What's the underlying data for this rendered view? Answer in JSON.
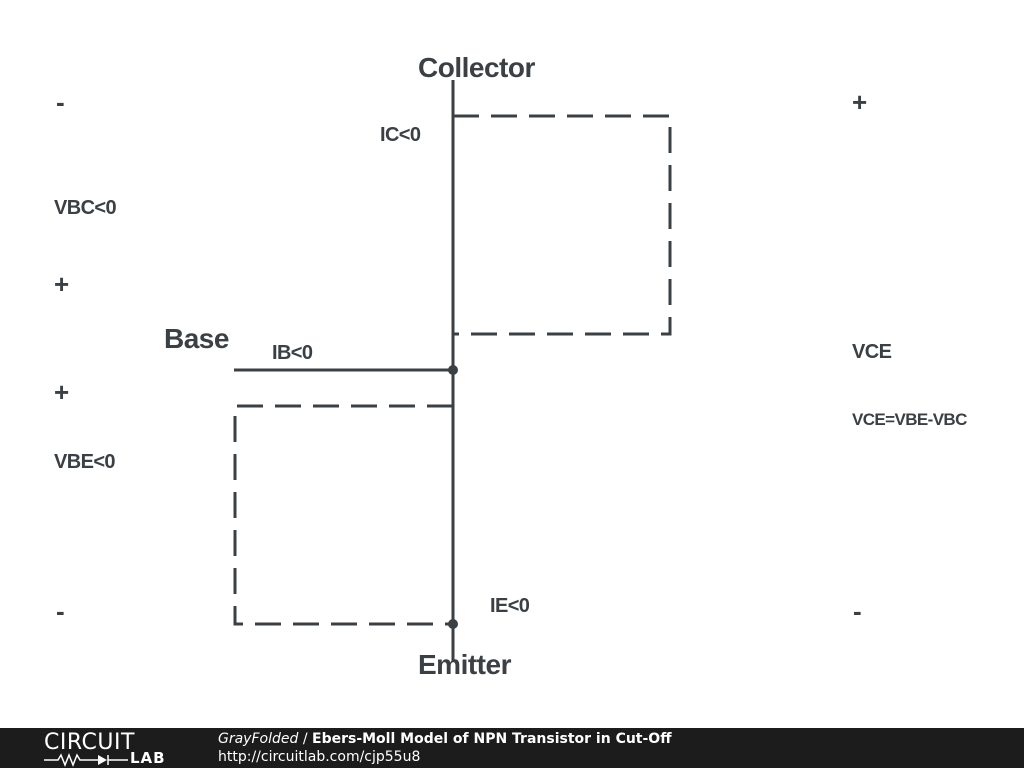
{
  "diagram": {
    "terminals": {
      "collector": "Collector",
      "base": "Base",
      "emitter": "Emitter"
    },
    "currents": {
      "collector": "IC<0",
      "base": "IB<0",
      "emitter": "IE<0"
    },
    "voltages": {
      "vbc": "VBC<0",
      "vbe": "VBE<0",
      "vce": "VCE",
      "vce_formula": "VCE=VBE-VBC"
    },
    "signs": {
      "vbc_top": "-",
      "vbc_bottom": "+",
      "vbe_top": "+",
      "vbe_bottom": "-",
      "vce_top": "+",
      "vce_bottom": "-"
    },
    "line_color": "#3b4045"
  },
  "footer": {
    "logo_word": "CIRCUIT",
    "logo_sub": "LAB",
    "author": "GrayFolded",
    "separator": " / ",
    "title": "Ebers-Moll Model of NPN Transistor in Cut-Off",
    "url": "http://circuitlab.com/cjp55u8",
    "background": "#1c1c1c"
  }
}
